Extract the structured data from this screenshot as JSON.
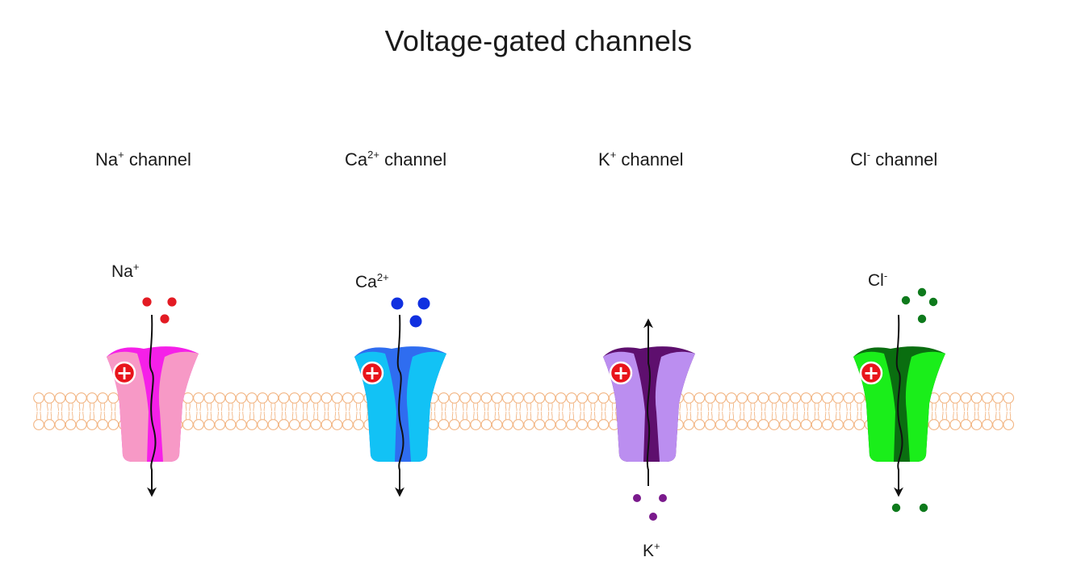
{
  "title": "Voltage-gated channels",
  "charge_marker": "+",
  "colors": {
    "membrane_stroke": "#f2b583",
    "membrane_fill": "#ffffff",
    "charge_fill": "#e8141b",
    "arrow": "#111111"
  },
  "channels": [
    {
      "id": "na",
      "label": {
        "base": "Na",
        "sup": "+",
        "rest": " channel"
      },
      "ion": {
        "base": "Na",
        "sup": "+"
      },
      "flow": "inward",
      "ion_count_out": 3,
      "ion_count_in": 0,
      "colors": {
        "front": "#f799c6",
        "back": "#f520e8",
        "inner": "#f799c6",
        "ion": "#e31b23"
      }
    },
    {
      "id": "ca",
      "label": {
        "base": "Ca",
        "sup": "2+",
        "rest": " channel"
      },
      "ion": {
        "base": "Ca",
        "sup": "2+"
      },
      "flow": "inward",
      "ion_count_out": 3,
      "ion_count_in": 0,
      "colors": {
        "front": "#12c2f5",
        "back": "#2f6df0",
        "inner": "#12c2f5",
        "ion": "#1030e0"
      }
    },
    {
      "id": "k",
      "label": {
        "base": "K",
        "sup": "+",
        "rest": " channel"
      },
      "ion": {
        "base": "K",
        "sup": "+"
      },
      "flow": "outward",
      "ion_count_out": 0,
      "ion_count_in": 3,
      "colors": {
        "front": "#bb8ef0",
        "back": "#5e0f6e",
        "inner": "#bb8ef0",
        "ion": "#7a1a8c"
      }
    },
    {
      "id": "cl",
      "label": {
        "base": "Cl",
        "sup": "-",
        "rest": " channel"
      },
      "ion": {
        "base": "Cl",
        "sup": "-"
      },
      "flow": "inward",
      "ion_count_out": 4,
      "ion_count_in": 2,
      "colors": {
        "front": "#1aee1a",
        "back": "#0a6e10",
        "inner": "#1aee1a",
        "ion": "#0e7a1c"
      }
    }
  ]
}
